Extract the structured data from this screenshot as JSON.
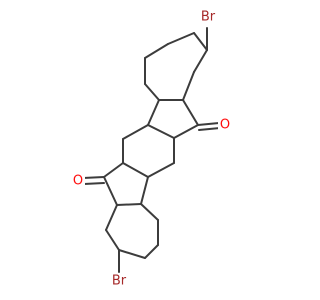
{
  "structure": {
    "atoms": {
      "br_top": {
        "symbol": "Br",
        "color": "#a62929"
      },
      "o_right": {
        "symbol": "O",
        "color": "#ff0d0d"
      },
      "o_left": {
        "symbol": "O",
        "color": "#ff0d0d"
      },
      "br_bottom": {
        "symbol": "Br",
        "color": "#a62929"
      }
    },
    "bond_color": "#3c3c3c",
    "background": "#ffffff"
  }
}
